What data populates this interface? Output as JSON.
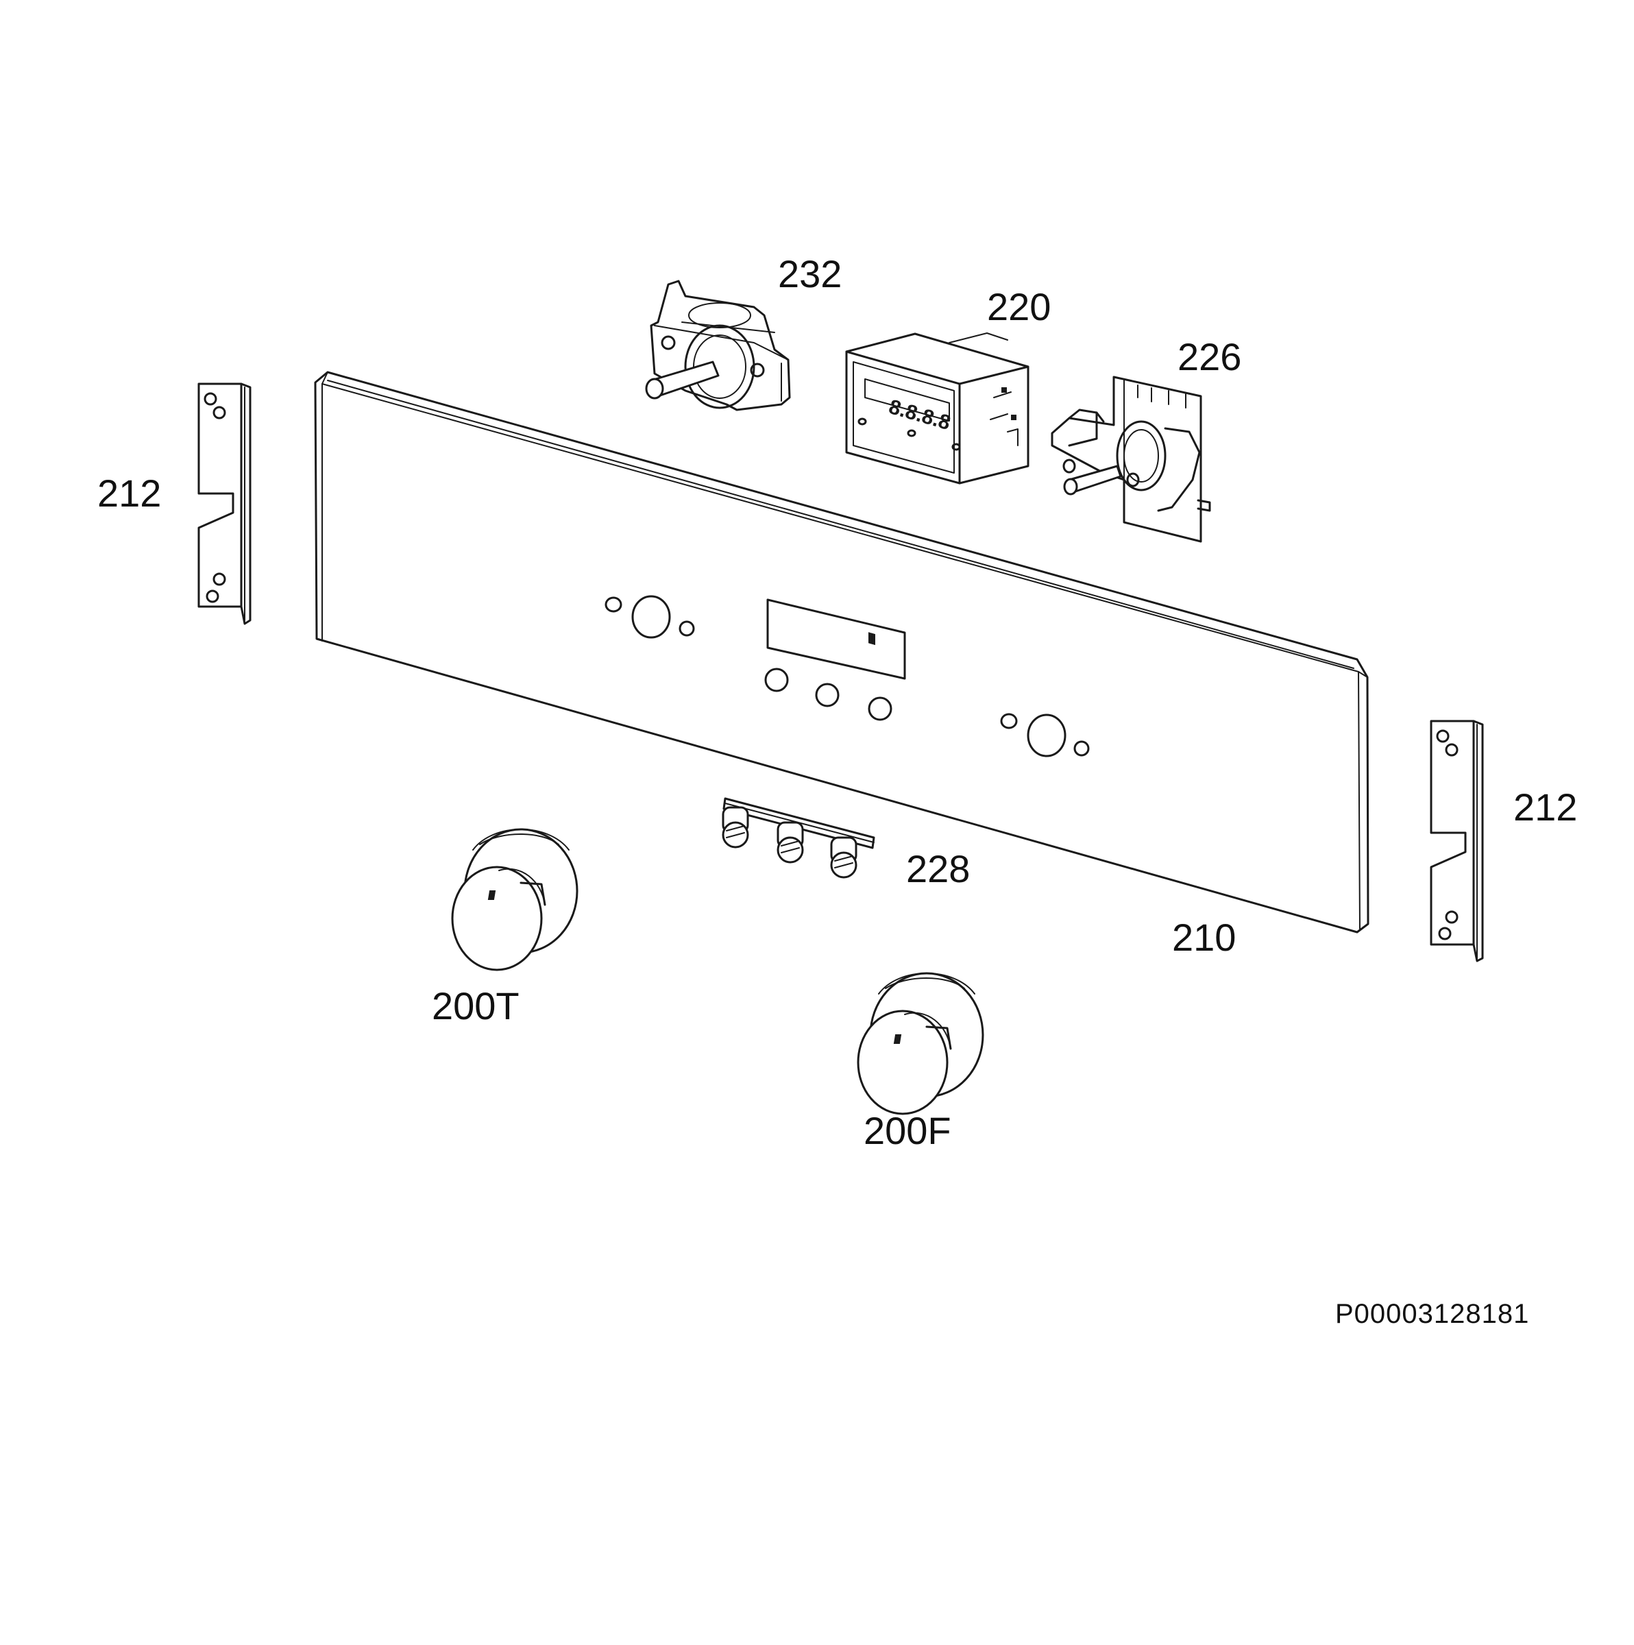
{
  "diagram": {
    "part_labels": {
      "p232": "232",
      "p220": "220",
      "p226": "226",
      "p212_left": "212",
      "p212_right": "212",
      "p228": "228",
      "p210": "210",
      "p200T": "200T",
      "p200F": "200F"
    },
    "drawing_code": "P00003128181",
    "display_readout": "8.8.8.8"
  }
}
